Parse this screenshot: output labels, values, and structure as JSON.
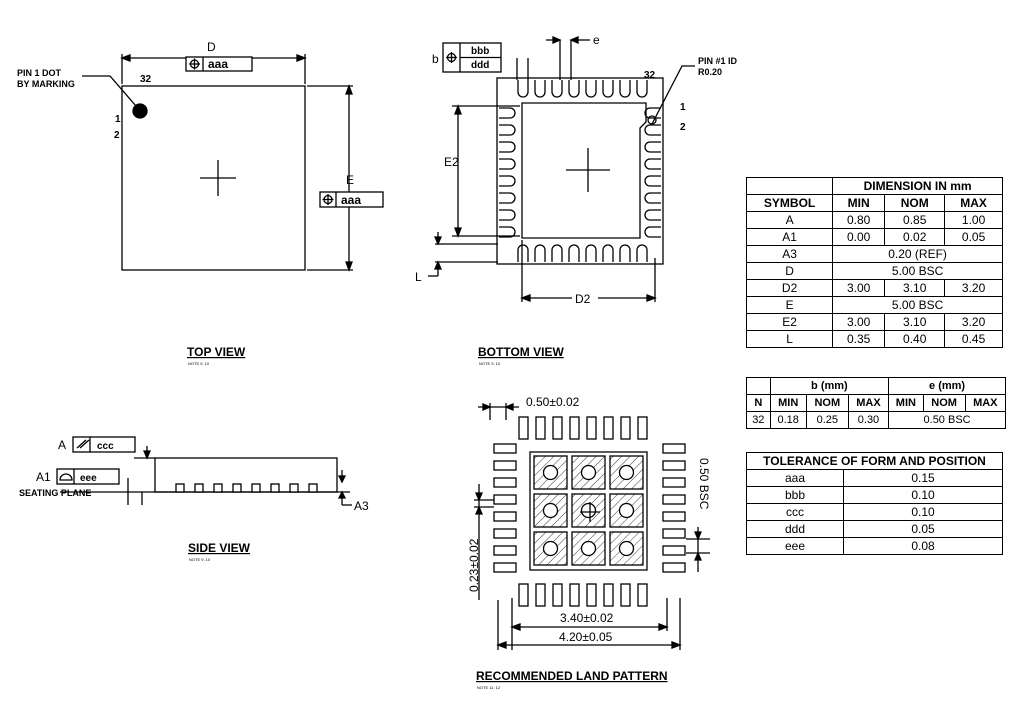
{
  "top_view": {
    "title": "TOP VIEW",
    "note": "NOTE 9, 10",
    "pin1_label_line1": "PIN 1 DOT",
    "pin1_label_line2": "BY MARKING",
    "pin_32": "32",
    "pin_1": "1",
    "pin_2": "2",
    "dim_d": "D",
    "dim_e": "E",
    "tol_aaa": "aaa"
  },
  "bottom_view": {
    "title": "BOTTOM VIEW",
    "note": "NOTE 9, 10",
    "pin_id_line1": "PIN #1 ID",
    "pin_id_line2": "R0.20",
    "pin_32": "32",
    "pin_1": "1",
    "pin_2": "2",
    "dim_b": "b",
    "dim_e": "e",
    "dim_e2": "E2",
    "dim_d2": "D2",
    "dim_l": "L",
    "tol_bbb": "bbb",
    "tol_ddd": "ddd"
  },
  "side_view": {
    "title": "SIDE VIEW",
    "note": "NOTE 9, 10",
    "dim_a": "A",
    "dim_a1": "A1",
    "dim_a3": "A3",
    "tol_ccc": "ccc",
    "tol_eee": "eee",
    "seating_plane": "SEATING PLANE"
  },
  "land_pattern": {
    "title": "RECOMMENDED LAND PATTERN",
    "note": "NOTE 11, 12",
    "dim_pitch": "0.50±0.02",
    "dim_bsc": "0.50 BSC",
    "dim_width": "0.23±0.02",
    "dim_inner": "3.40±0.02",
    "dim_outer": "4.20±0.05"
  },
  "dimension_table": {
    "header_symbol": "SYMBOL",
    "header_group": "DIMENSION IN mm",
    "header_min": "MIN",
    "header_nom": "NOM",
    "header_max": "MAX",
    "rows": [
      {
        "symbol": "A",
        "min": "0.80",
        "nom": "0.85",
        "max": "1.00"
      },
      {
        "symbol": "A1",
        "min": "0.00",
        "nom": "0.02",
        "max": "0.05"
      },
      {
        "symbol": "A3",
        "span": "0.20 (REF)"
      },
      {
        "symbol": "D",
        "span": "5.00 BSC"
      },
      {
        "symbol": "D2",
        "min": "3.00",
        "nom": "3.10",
        "max": "3.20"
      },
      {
        "symbol": "E",
        "span": "5.00 BSC"
      },
      {
        "symbol": "E2",
        "min": "3.00",
        "nom": "3.10",
        "max": "3.20"
      },
      {
        "symbol": "L",
        "min": "0.35",
        "nom": "0.40",
        "max": "0.45"
      }
    ]
  },
  "pin_table": {
    "header_b": "b (mm)",
    "header_e": "e (mm)",
    "header_n": "N",
    "header_min": "MIN",
    "header_nom": "NOM",
    "header_max": "MAX",
    "n": "32",
    "b_min": "0.18",
    "b_nom": "0.25",
    "b_max": "0.30",
    "e_value": "0.50 BSC"
  },
  "tolerance_table": {
    "header": "TOLERANCE OF FORM AND POSITION",
    "rows": [
      {
        "symbol": "aaa",
        "value": "0.15"
      },
      {
        "symbol": "bbb",
        "value": "0.10"
      },
      {
        "symbol": "ccc",
        "value": "0.10"
      },
      {
        "symbol": "ddd",
        "value": "0.05"
      },
      {
        "symbol": "eee",
        "value": "0.08"
      }
    ]
  }
}
